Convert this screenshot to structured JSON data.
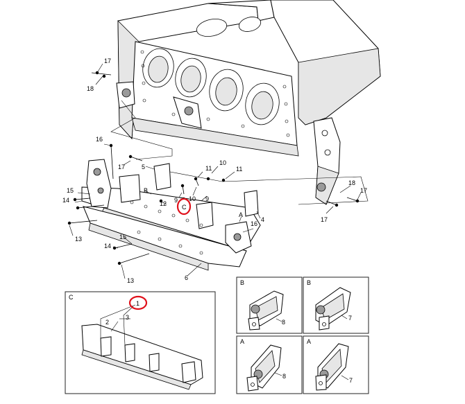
{
  "callouts": {
    "c17a": "17",
    "c18a": "18",
    "c16": "16",
    "c17b": "17",
    "c5": "5",
    "c11a": "11",
    "c10a": "10",
    "c11b": "11",
    "c15a": "15",
    "c14a": "14",
    "cB1": "B",
    "c12": "12",
    "c9a": "9",
    "c10b": "10",
    "c9b": "9",
    "cC": "C",
    "c13a": "13",
    "c4": "4",
    "cA1": "A",
    "c16b": "16",
    "c15b": "15",
    "c14b": "14",
    "c13b": "13",
    "c6": "6",
    "c18b": "18",
    "c17c": "17",
    "c17d": "17"
  },
  "detail_c": {
    "label": "C",
    "c1": "1",
    "c2": "2",
    "c3": "3"
  },
  "detail_b_left": {
    "label": "B",
    "part": "8"
  },
  "detail_b_right": {
    "label": "B",
    "part": "7"
  },
  "detail_a_left": {
    "label": "A",
    "part": "8"
  },
  "detail_a_right": {
    "label": "A",
    "part": "7"
  },
  "highlight_color": "#e0101a"
}
